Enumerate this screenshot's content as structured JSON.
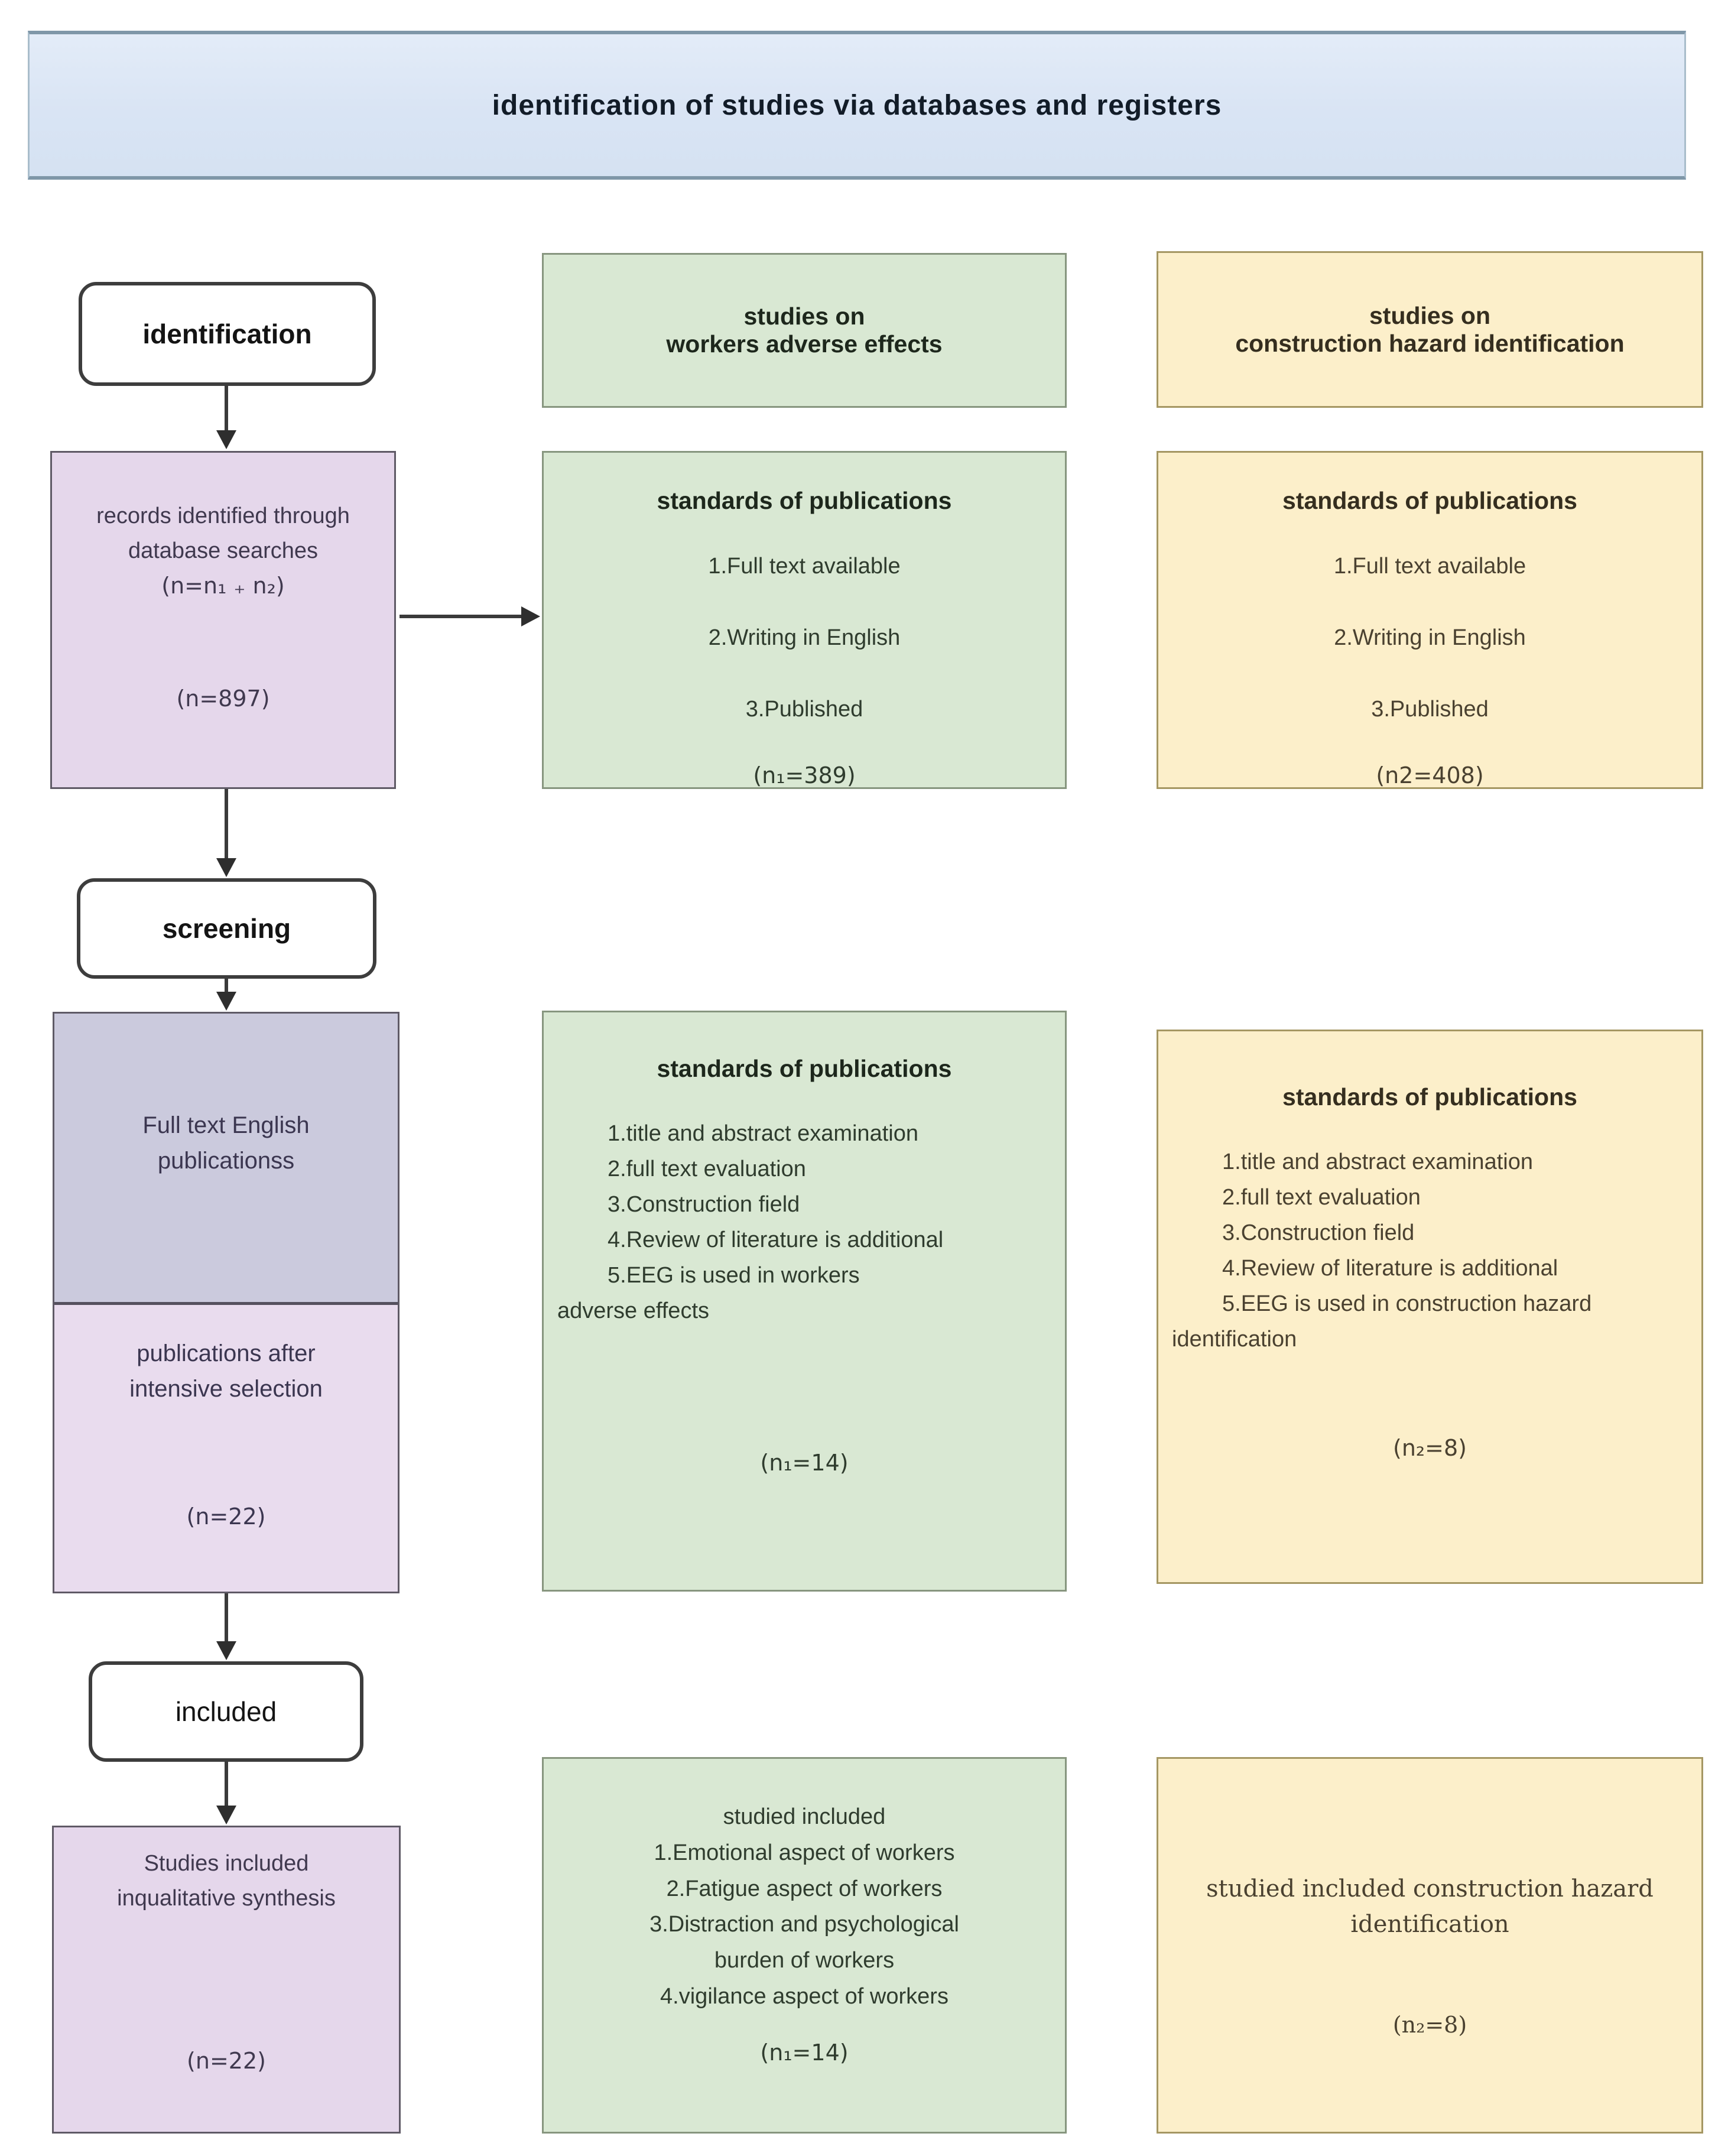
{
  "title": "identification of studies via databases and registers",
  "stage_labels": {
    "identification": "identification",
    "screening": "screening",
    "included": "included"
  },
  "left_column": {
    "records_box": {
      "line1": "records identified through",
      "line2": "database searches",
      "line3": "(n=n₁ ₊ n₂)",
      "n": "(n=897)"
    },
    "fulltext_box": {
      "top_line1": "Full text English",
      "top_line2": "publicationss",
      "bottom_line1": "publications after",
      "bottom_line2": "intensive selection",
      "n": "(n=22)"
    },
    "included_box": {
      "line1": "Studies included",
      "line2": "inqualitative synthesis",
      "n": "(n=22)"
    }
  },
  "green_column": {
    "header": {
      "line1": "studies on",
      "line2": "workers adverse effects"
    },
    "standards1": {
      "title": "standards of publications",
      "items": [
        "1.Full text available",
        "2.Writing in English",
        "3.Published"
      ],
      "n": "(n₁=389)"
    },
    "standards2": {
      "title": "standards of publications",
      "items": [
        "1.title and abstract examination",
        "2.full text evaluation",
        "3.Construction field",
        "4.Review of literature is additional",
        "5.EEG is used in workers"
      ],
      "wrap": "adverse effects",
      "n": "(n₁=14)"
    },
    "included": {
      "title": "studied included",
      "items": [
        "1.Emotional aspect of workers",
        "2.Fatigue aspect of workers",
        "3.Distraction and psychological",
        "burden of workers",
        "4.vigilance aspect of workers"
      ],
      "n": "(n₁=14)"
    }
  },
  "yellow_column": {
    "header": {
      "line1": "studies on",
      "line2": "construction hazard identification"
    },
    "standards1": {
      "title": "standards of publications",
      "items": [
        "1.Full text available",
        "2.Writing in English",
        "3.Published"
      ],
      "n": "(n2=408)"
    },
    "standards2": {
      "title": "standards of publications",
      "items": [
        "1.title and abstract examination",
        "2.full text evaluation",
        "3.Construction field",
        "4.Review of literature is additional",
        "5.EEG is used in construction hazard"
      ],
      "wrap": "identification",
      "n": "(n₂=8)"
    },
    "included": {
      "line1": "studied included construction hazard",
      "line2": "identification",
      "n": "(n₂=8)"
    }
  },
  "colors": {
    "banner_fill": "#d9e4f4",
    "banner_border": "#7f97a8",
    "purple_fill": "#e5d7eb",
    "purple_dark_fill": "#cbcadd",
    "purple_light_fill": "#e9dcee",
    "green_fill": "#d9e8d3",
    "yellow_fill": "#fcefca",
    "arrow": "#2e2e2e"
  }
}
